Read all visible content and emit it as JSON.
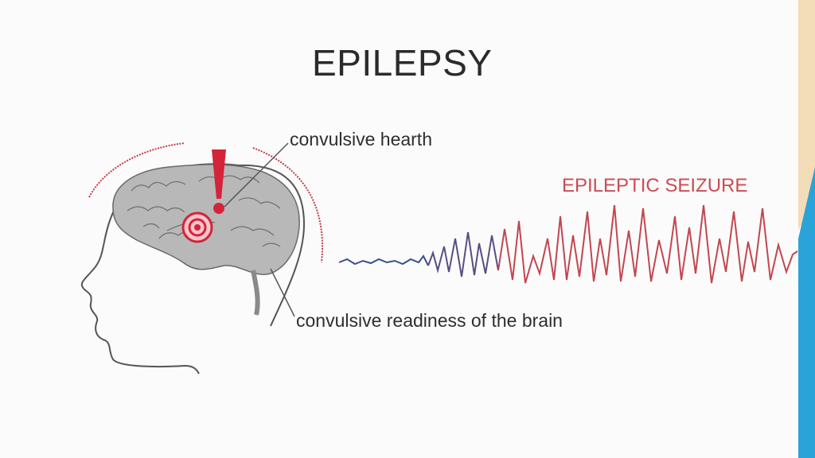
{
  "title": "EPILEPSY",
  "labels": {
    "hearth": "convulsive hearth",
    "readiness": "convulsive readiness of the brain",
    "seizure": "EPILEPTIC SEIZURE"
  },
  "colors": {
    "accent_red": "#d3243a",
    "seizure_text": "#cc4b55",
    "wave_blue": "#3a4f8a",
    "wave_red": "#c2464f",
    "band_cream": "#f3dcb8",
    "band_blue": "#2aa3d8"
  },
  "icons": [
    "head-outline-icon",
    "brain-icon",
    "exclamation-icon",
    "target-icon"
  ]
}
